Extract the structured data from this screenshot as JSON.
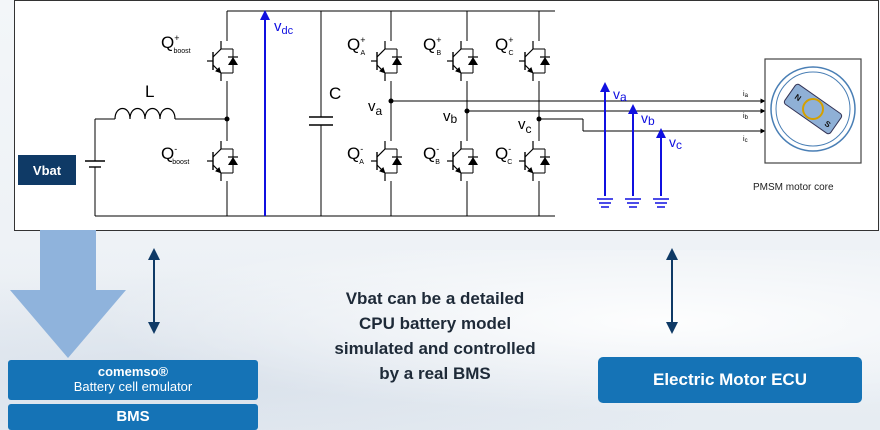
{
  "circuit": {
    "labels": {
      "q_boost_plus": "Q",
      "q_boost_plus_sup": "+",
      "q_boost_plus_sub": "boost",
      "q_boost_minus": "Q",
      "q_boost_minus_sup": "-",
      "q_boost_minus_sub": "boost",
      "inductor": "L",
      "capacitor": "C",
      "vdc": "v",
      "vdc_sub": "dc",
      "qa_plus": "Q",
      "qa_plus_sup": "+",
      "qa_plus_sub": "A",
      "qb_plus": "Q",
      "qb_plus_sup": "+",
      "qb_plus_sub": "B",
      "qc_plus": "Q",
      "qc_plus_sup": "+",
      "qc_plus_sub": "C",
      "qa_minus": "Q",
      "qa_minus_sup": "-",
      "qa_minus_sub": "A",
      "qb_minus": "Q",
      "qb_minus_sup": "-",
      "qb_minus_sub": "B",
      "qc_minus": "Q",
      "qc_minus_sup": "-",
      "qc_minus_sub": "C",
      "node_va": "v",
      "node_va_sub": "a",
      "node_vb": "v",
      "node_vb_sub": "b",
      "node_vc": "v",
      "node_vc_sub": "c",
      "meas_va": "v",
      "meas_va_sub": "a",
      "meas_vb": "v",
      "meas_vb_sub": "b",
      "meas_vc": "v",
      "meas_vc_sub": "c",
      "ia": "i",
      "ia_sub": "a",
      "ib": "i",
      "ib_sub": "b",
      "ic": "i",
      "ic_sub": "c",
      "motor_n": "N",
      "motor_s": "S",
      "motor_caption": "PMSM motor core"
    },
    "vbat_label": "Vbat"
  },
  "center_text": [
    "Vbat can be a detailed",
    "CPU battery model",
    "simulated and controlled",
    "by a real BMS"
  ],
  "emulator": {
    "line1": "comemso®",
    "line2": "Battery cell emulator"
  },
  "bms_label": "BMS",
  "ecu_label": "Electric  Motor ECU",
  "colors": {
    "navy": "#0f3a66",
    "button_blue": "#1573b6",
    "signal_blue": "#1010e0",
    "arrow_light_blue": "#8fb3dc"
  }
}
